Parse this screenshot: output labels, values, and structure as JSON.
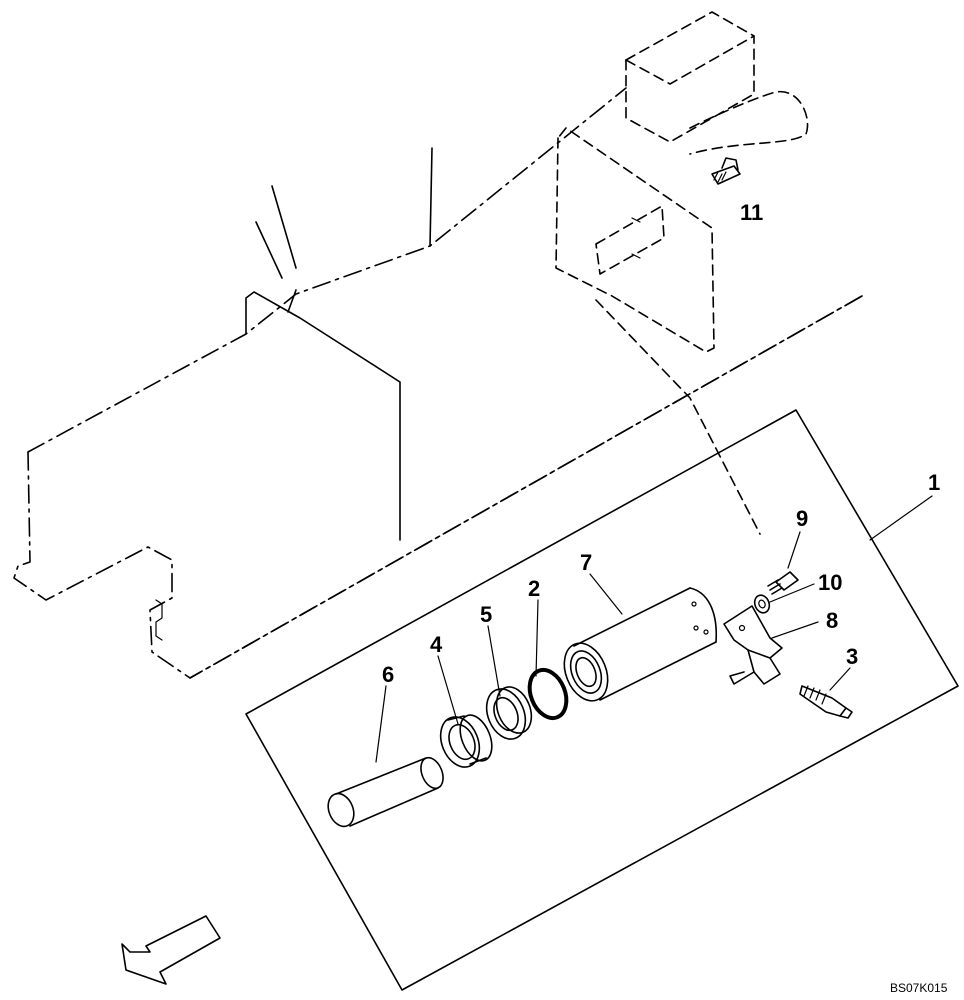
{
  "callouts": {
    "c1": "1",
    "c2": "2",
    "c3": "3",
    "c4": "4",
    "c5": "5",
    "c6": "6",
    "c7": "7",
    "c8": "8",
    "c9": "9",
    "c10": "10",
    "c11": "11"
  },
  "drawing_code": "BS07K015",
  "icons": {
    "direction": "front-direction-arrow-icon"
  },
  "colors": {
    "ink": "#000000",
    "background": "#ffffff"
  }
}
